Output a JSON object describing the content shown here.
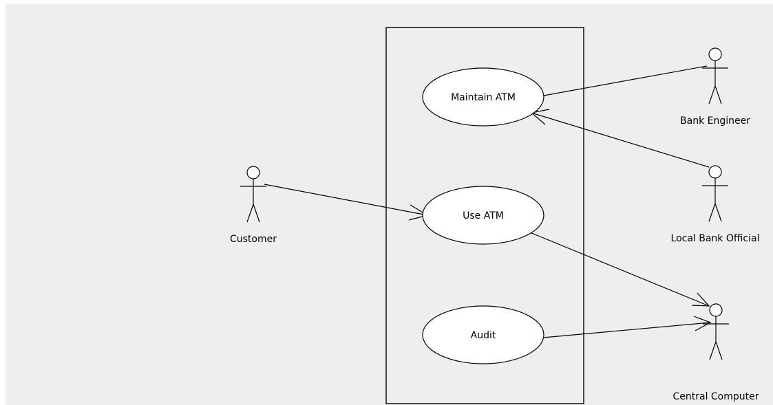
{
  "colors": {
    "canvas_background": "#eeeeee",
    "page_background": "#ffffff",
    "stroke": "#000000",
    "usecase_fill": "#ffffff"
  },
  "use_cases": {
    "maintain_atm": "Maintain ATM",
    "use_atm": "Use ATM",
    "audit": "Audit"
  },
  "actors": {
    "customer": "Customer",
    "bank_engineer": "Bank Engineer",
    "local_bank_official": "Local Bank Official",
    "central_computer": "Central Computer"
  }
}
